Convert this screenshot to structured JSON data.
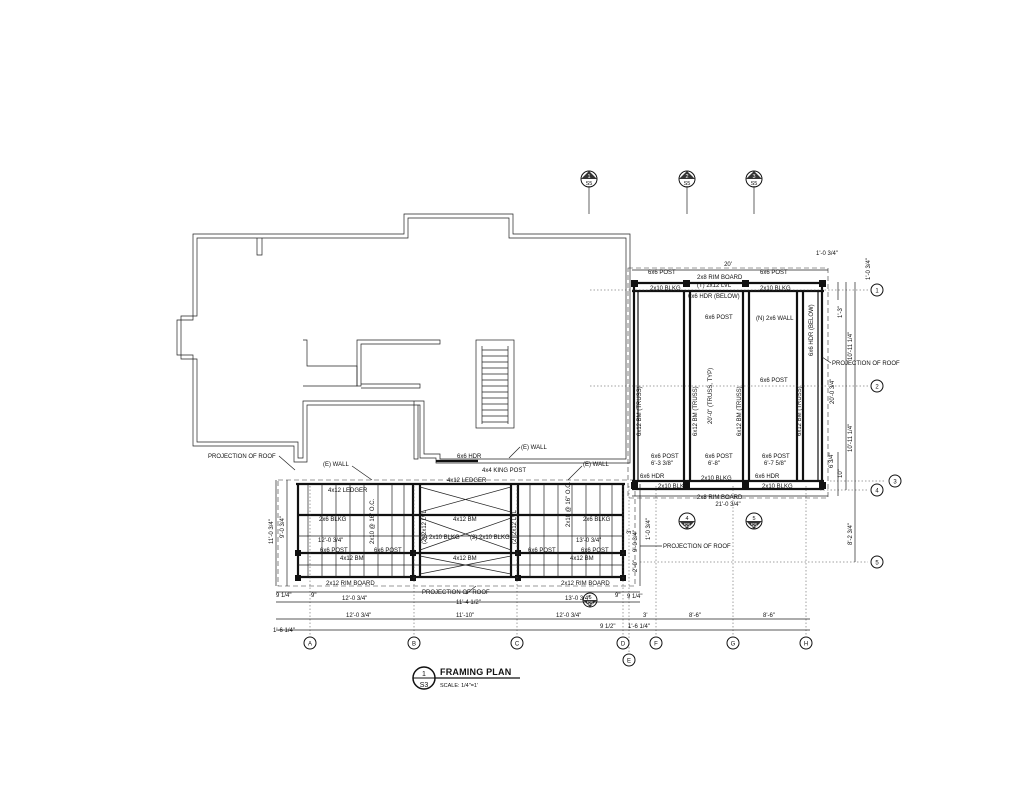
{
  "title_block": {
    "title": "FRAMING PLAN",
    "scale": "SCALE: 1/4\"=1'",
    "detail_number": "1",
    "sheet": "S3"
  },
  "grid": {
    "columns": [
      "A",
      "B",
      "C",
      "D",
      "E",
      "F",
      "G",
      "H"
    ],
    "rows": [
      "1",
      "2",
      "3",
      "4",
      "5"
    ]
  },
  "section_markers": [
    {
      "num": "1",
      "sheet": "S5"
    },
    {
      "num": "2",
      "sheet": "S5"
    },
    {
      "num": "3",
      "sheet": "S5"
    },
    {
      "num": "4",
      "sheet": "S5"
    },
    {
      "num": "5",
      "sheet": "S5"
    },
    {
      "num": "6",
      "sheet": "S5"
    }
  ],
  "notes": {
    "projection_roof_left": "PROJECTION OF ROOF",
    "projection_roof_right": "PROJECTION OF ROOF",
    "projection_roof_bottom": "PROJECTION OF ROOF",
    "projection_roof_deck": "PROJECTION OF ROOF",
    "e_wall_1": "(E) WALL",
    "e_wall_2": "(E) WALL",
    "e_wall_3": "(E) WALL",
    "hdr_6x6": "6x6 HDR",
    "king_post": "4x4 KING POST",
    "ledger": "4x12 LEDGER",
    "ledger_2": "4x12 LEDGER",
    "bm_1": "4x12 BM",
    "bm_2": "4x12 BM",
    "bm_3": "4x12 BM",
    "bm_4": "4x12 BM",
    "blkg_1": "2x6 BLKG",
    "blkg_2": "2x6 BLKG",
    "blkg_3": "(2) 2x10 BLKG",
    "blkg_4": "(2) 2x10 BLKG",
    "post_1": "6x6 POST",
    "post_2": "6x6 POST",
    "post_3": "6x6 POST",
    "post_4": "6x6 POST",
    "rim_1": "2x12 RIM BOARD",
    "rim_2": "2x12 RIM BOARD",
    "lvl_1": "(2) 2x12 LVL",
    "lvl_2": "(2) 2x12 LVL",
    "joist_1": "2x10 @ 16\" O.C.",
    "joist_2": "2x10 @ 16\" O.C.",
    "dim_left_span1": "12'-0 3/4\"",
    "dim_left_span2": "13'-0 3/4\"",
    "e_post_1": "6x6 POST",
    "e_post_2": "6x6 POST",
    "e_rim_top": "2x8 RIM BOARD",
    "e_lvl_top": "(T) 2x12 LVL",
    "e_blkg_1": "2x10 BLKG",
    "e_blkg_2": "2x10 BLKG",
    "e_hdr_below": "6x6 HDR (BELOW)",
    "e_post_3": "6x6 POST",
    "e_wall_n": "(N) 2x6 WALL",
    "e_hdr_below_2": "6x6 HDR (BELOW)",
    "e_post_4": "6x6 POST",
    "e_bm_1": "6x12 BM (TRUSS)",
    "e_bm_2": "6x12 BM (TRUSS)",
    "e_bm_3": "6x12 BM (TRUSS)",
    "e_bm_4": "6x12 BM (TRUSS)",
    "e_span": "20'-0\" (TRUSS, TYP)",
    "e_post_5": "6x6 POST",
    "e_post_6": "6x6 POST",
    "e_post_7": "6x6 POST",
    "e_hdr_1": "6x6 HDR",
    "e_hdr_2": "6x6 HDR",
    "e_blkg_3": "2x10 BLKG",
    "e_blkg_4": "2x10 BLKG",
    "e_blkg_5": "2x10 BLKG",
    "e_rim_bottom": "2x8 RIM BOARD",
    "e_post_dim_1": "6'-3 3/8\"",
    "e_post_dim_2": "6'-8\"",
    "e_post_dim_3": "6'-7 5/8\""
  },
  "dimensions": {
    "d_top_20": "20'",
    "d_top_1_0_34": "1'-0 3/4\"",
    "d_right_1_0_34": "1'-0 3/4\"",
    "d_right_1_3": "1'-3\"",
    "d_right_10_11_a": "10'-11 1/4\"",
    "d_right_10_11_b": "10'-11 1/4\"",
    "d_right_20": "20'-0 3/4\"",
    "d_right_6_34": "6 3/4\"",
    "d_right_10": "10\"",
    "d_right_8_2": "8'-2 3/4\"",
    "d_bottom_21": "21'-0 3/4\"",
    "d_left_11_0": "11'-0 3/4\"",
    "d_left_9_0": "9'-0 3/4\"",
    "d_left_9_14": "9 1/4\"",
    "d_left_1_6": "1'-6 1/4\"",
    "d_9": "9\"",
    "d_12a": "12'-0 3/4\"",
    "d_11_4": "11'-4 1/2\"",
    "d_13a": "13'-0 3/4\"",
    "d_9b": "9\"",
    "d_9_14b": "9 1/4\"",
    "d_ab": "12'-0 3/4\"",
    "d_bc": "11'-10\"",
    "d_cd": "12'-0 3/4\"",
    "d_de": "9 1/2\"",
    "d_ef": "1'-6 1/4\"",
    "d_3": "3'",
    "d_fg": "8'-6\"",
    "d_gh": "8'-6\"",
    "d_mid_3": "3'",
    "d_9_0_34": "9'-0 3/4\"",
    "d_1_0_34": "1'-0 3/4\"",
    "d_2_0": "2'-0\""
  }
}
